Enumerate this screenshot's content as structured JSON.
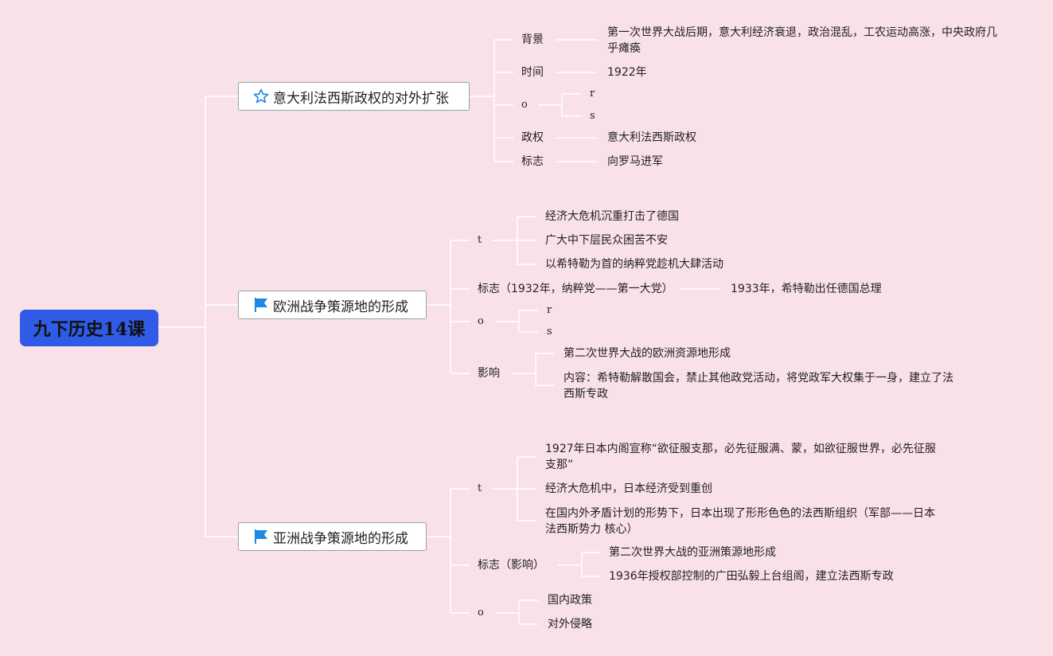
{
  "root": {
    "label": "九下历史14课"
  },
  "branches": [
    {
      "label": "意大利法西斯政权的对外扩张",
      "icon": "star-icon",
      "children": [
        {
          "label": "背景",
          "detail": "第一次世界大战后期，意大利经济衰退，政治混乱，工农运动高涨，中央政府几乎瘫痪"
        },
        {
          "label": "时间",
          "detail": "1922年"
        },
        {
          "label": "o",
          "sub": [
            "r",
            "s"
          ]
        },
        {
          "label": "政权",
          "detail": "意大利法西斯政权"
        },
        {
          "label": "标志",
          "detail": "向罗马进军"
        }
      ]
    },
    {
      "label": "欧洲战争策源地的形成",
      "icon": "flag-icon",
      "children": [
        {
          "label": "t",
          "sub": [
            "经济大危机沉重打击了德国",
            "广大中下层民众困苦不安",
            "以希特勒为首的纳粹党趁机大肆活动"
          ]
        },
        {
          "label": "标志（1932年，纳粹党——第一大党）",
          "detail": "1933年，希特勒出任德国总理"
        },
        {
          "label": "o",
          "sub": [
            "r",
            "s"
          ]
        },
        {
          "label": "影响",
          "sub": [
            "第二次世界大战的欧洲资源地形成",
            "内容：希特勒解散国会，禁止其他政党活动，将党政军大权集于一身，建立了法西斯专政"
          ]
        }
      ]
    },
    {
      "label": "亚洲战争策源地的形成",
      "icon": "flag-icon",
      "children": [
        {
          "label": "t",
          "sub": [
            "1927年日本内阁宣称“欲征服支那，必先征服满、蒙，如欲征服世界，必先征服支那”",
            "经济大危机中，日本经济受到重创",
            "在国内外矛盾计划的形势下，日本出现了形形色色的法西斯组织（军部——日本法西斯势力 核心）"
          ]
        },
        {
          "label": "标志（影响）",
          "sub": [
            "第二次世界大战的亚洲策源地形成",
            "1936年授权部控制的广田弘毅上台组阁，建立法西斯专政"
          ]
        },
        {
          "label": "o",
          "sub": [
            "国内政策",
            "对外侵略"
          ]
        }
      ]
    }
  ],
  "colors": {
    "background": "#f9e1e8",
    "root": "#2f5be6",
    "connector": "#ffffff",
    "icon": "#1e88e5"
  }
}
